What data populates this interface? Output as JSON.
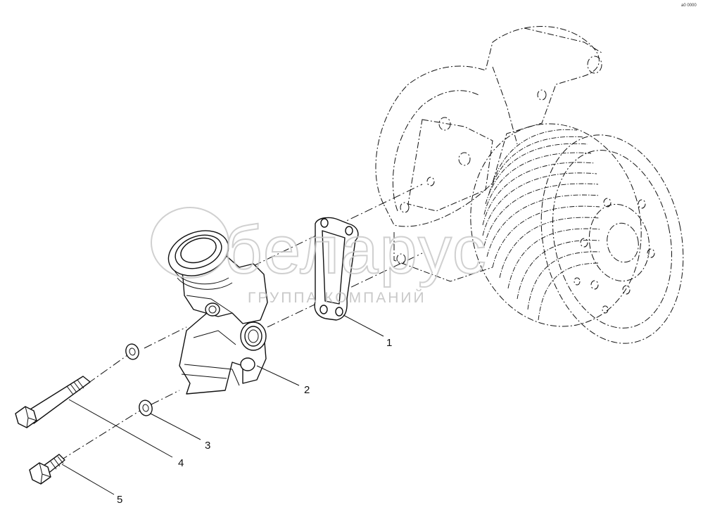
{
  "callouts": [
    {
      "id": "gasket",
      "label": "1"
    },
    {
      "id": "water-outlet-elbow",
      "label": "2"
    },
    {
      "id": "washer",
      "label": "3"
    },
    {
      "id": "long-bolt",
      "label": "4"
    },
    {
      "id": "short-bolt",
      "label": "5"
    }
  ],
  "watermark": {
    "brand": "беларус",
    "tagline": "ГРУППА КОМПАНИЙ"
  },
  "corner_mark": "a0 0000"
}
